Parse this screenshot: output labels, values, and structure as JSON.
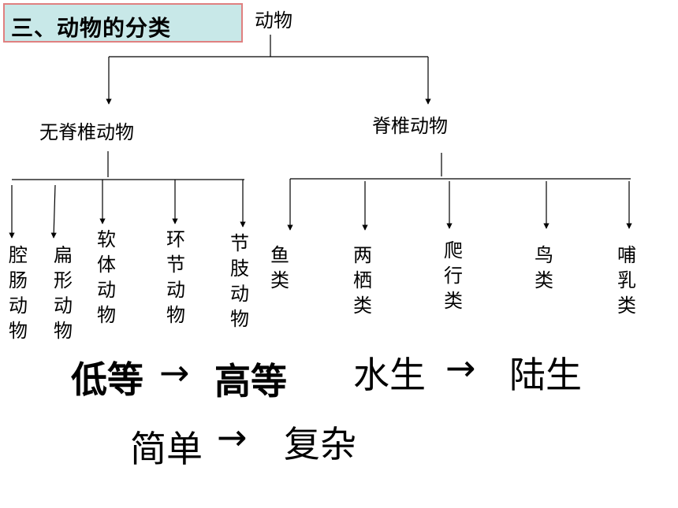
{
  "title": "三、动物的分类",
  "root": "动物",
  "groups": {
    "invertebrate": {
      "label": "无脊椎动物",
      "children": [
        "腔肠动物",
        "扁形动物",
        "软体动物",
        "环节动物",
        "节肢动物"
      ]
    },
    "vertebrate": {
      "label": "脊椎动物",
      "children": [
        "鱼类",
        "两栖类",
        "爬行类",
        "鸟类",
        "哺乳类"
      ]
    }
  },
  "trends": [
    {
      "from": "低等",
      "arrow": "→",
      "to": "高等"
    },
    {
      "from": "水生",
      "arrow": "→",
      "to": "陆生"
    },
    {
      "from": "简单",
      "arrow": "→",
      "to": "复杂"
    }
  ]
}
